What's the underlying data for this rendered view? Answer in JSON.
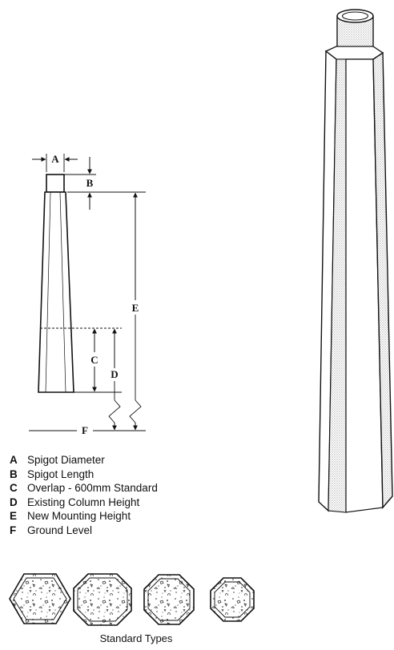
{
  "labels": {
    "a": "A",
    "b": "B",
    "c": "C",
    "d": "D",
    "e": "E",
    "f": "F"
  },
  "legend": [
    {
      "key": "A",
      "text": "Spigot Diameter"
    },
    {
      "key": "B",
      "text": "Spigot Length"
    },
    {
      "key": "C",
      "text": "Overlap - 600mm Standard"
    },
    {
      "key": "D",
      "text": "Existing Column Height"
    },
    {
      "key": "E",
      "text": "New Mounting Height"
    },
    {
      "key": "F",
      "text": "Ground Level"
    }
  ],
  "caption": "Standard Types",
  "standard_types": [
    {
      "shape": "hexagon"
    },
    {
      "shape": "octagon"
    },
    {
      "shape": "octagon"
    },
    {
      "shape": "octagon"
    }
  ]
}
